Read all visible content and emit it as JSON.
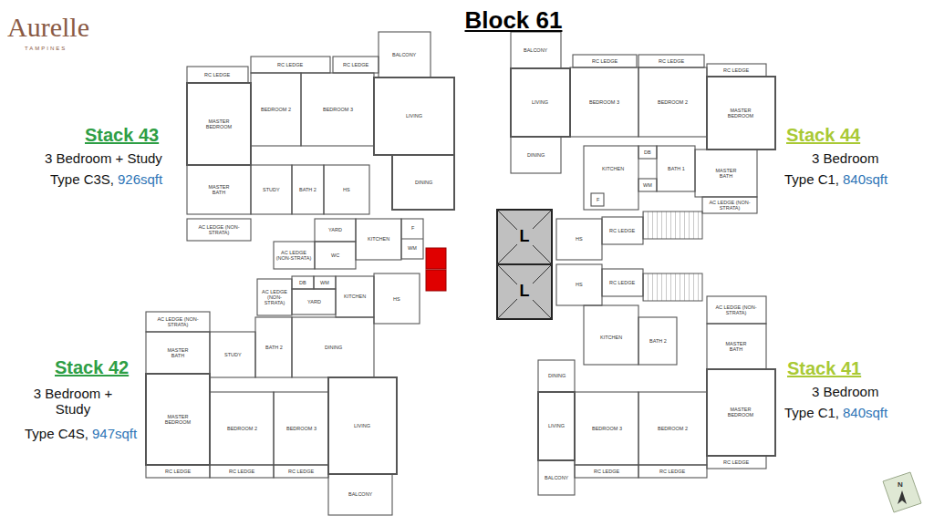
{
  "diagram": {
    "title": "Block 61",
    "nodes": [
      {
        "text": [
          "L"
        ]
      },
      {
        "text": [
          "L"
        ]
      }
    ],
    "labels": [
      "Aurelle",
      "TAMPINES",
      "Stack 43",
      "3 Bedroom + Study",
      "Type C3S,",
      "926sqft",
      "Stack 42",
      "3 Bedroom + Study",
      "Type C4S,",
      "947sqft",
      "Stack 44",
      "3 Bedroom",
      "Type C1,",
      "840sqft",
      "Stack 41",
      "3 Bedroom",
      "Type C1,",
      "840sqft",
      "N",
      "RC LEDGE",
      "RC LEDGE",
      "RC LEDGE",
      "BALCONY",
      "MASTER BEDROOM",
      "BEDROOM 2",
      "BEDROOM 3",
      "LIVING",
      "DINING",
      "MASTER BATH",
      "STUDY",
      "BATH 2",
      "HS",
      "AC LEDGE (NON-STRATA)",
      "YARD",
      "KITCHEN",
      "F",
      "WM",
      "AC LEDGE (NON-STRATA)",
      "WC",
      "DB",
      "WM",
      "AC LEDGE (NON-STRATA)",
      "YARD",
      "KITCHEN",
      "HS",
      "AC LEDGE (NON-STRATA)",
      "MASTER BATH",
      "STUDY",
      "BATH 2",
      "DINING",
      "MASTER BEDROOM",
      "BEDROOM 2",
      "BEDROOM 3",
      "LIVING",
      "RC LEDGE",
      "RC LEDGE",
      "RC LEDGE",
      "BALCONY",
      "BALCONY",
      "RC LEDGE",
      "RC LEDGE",
      "RC LEDGE",
      "LIVING",
      "BEDROOM 3",
      "BEDROOM 2",
      "MASTER BEDROOM",
      "DINING",
      "KITCHEN",
      "DB",
      "BATH 1",
      "MASTER BATH",
      "AC LEDGE (NON-STRATA)",
      "F",
      "WM",
      "HS",
      "RC LEDGE",
      "HS",
      "RC LEDGE",
      "KITCHEN",
      "BATH 2",
      "AC LEDGE (NON-STRATA)",
      "MASTER BATH",
      "DINING",
      "LIVING",
      "BEDROOM 3",
      "BEDROOM 2",
      "MASTER BEDROOM",
      "RC LEDGE",
      "RC LEDGE",
      "RC LEDGE",
      "BALCONY"
    ]
  }
}
